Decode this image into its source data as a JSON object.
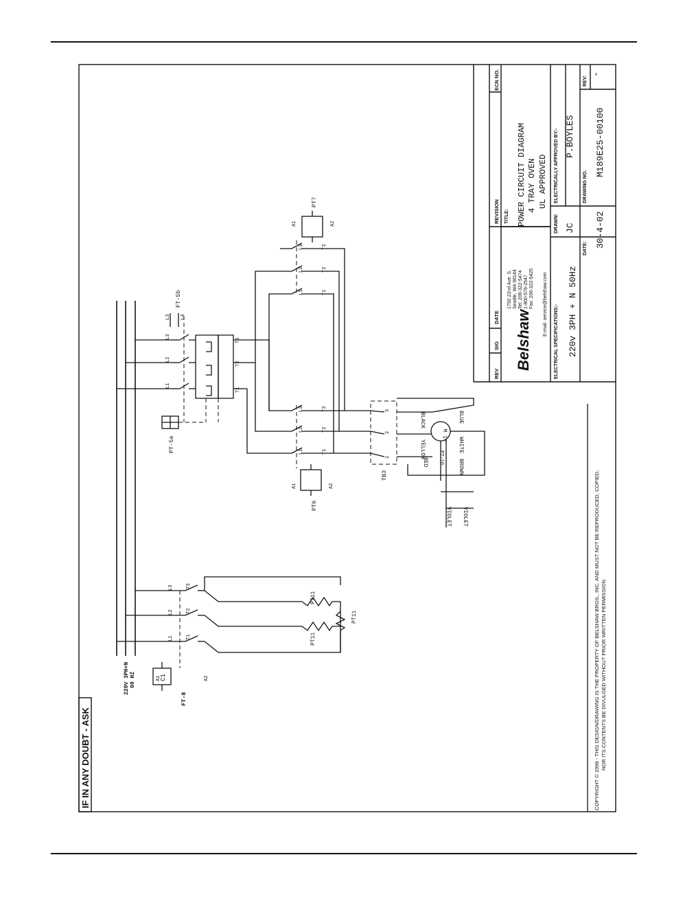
{
  "header_banner": "IF IN ANY DOUBT - ASK",
  "copyright": {
    "line1": "COPYRIGHT © 1998 - THIS DESIGN/DRAWING IS THE PROPERTY OF BELSHAW BROS., INC. AND MUST NOT BE REPRODUCED, COPIED,",
    "line2": "NOR ITS CONTENTS BE DIVULGED WITHOUT PRIOR WRITTEN PERMISSION."
  },
  "supply": {
    "line1": "220V 3PH+N",
    "line2": "60 HZ"
  },
  "components": {
    "ft8": "FT-8",
    "c1": "C1",
    "pt11a": "PT11",
    "pt11b": "PT11",
    "pt11c": "PT11",
    "pt5a": "PT-5a",
    "ft5b": "FT-5b",
    "pt6": "PT6",
    "pt7": "PT7",
    "tb3": "TB3",
    "pt10": "PT-10",
    "motor": "M 1~"
  },
  "terminals": {
    "L1": "L1",
    "L2": "L2",
    "L3": "L3",
    "L4": "L4",
    "T1": "T1",
    "T2": "T2",
    "T3": "T3",
    "A1": "A1",
    "A2": "A2",
    "n1": "1",
    "n2": "2",
    "n3": "3"
  },
  "wire_colors": {
    "black": "BLACK",
    "blue": "BLUE",
    "yellow": "YELLOW",
    "white": "WHITE",
    "red": "RED",
    "brown": "BROWN",
    "violet1": "VIOLET",
    "violet2": "VIOLET"
  },
  "title_block": {
    "rev_header": "REV",
    "sig_header": "SIG",
    "date_header": "DATE",
    "revision_header": "REVISION",
    "ecn_header": "ECN NO.",
    "logo": "Belshaw",
    "address": [
      "1750 22nd Ave. S.",
      "Seattle, WA 98144",
      "Tel: 206-322-5474",
      "1-800-578-2547",
      "Fax: 206-322-5425"
    ],
    "email": "E-mail: service@belshaw.com",
    "title_label": "TITLE:",
    "title": [
      "POWER CIRCUIT DIAGRAM",
      "4 TRAY OVEN",
      "UL APPROVED"
    ],
    "elec_spec_label": "ELECTRICAL SPECIFICATIONS:-",
    "elec_spec": "220v 3PH + N 50Hz",
    "drawn_label": "DRAWN:",
    "drawn": "JC",
    "approved_label": "ELECTRICALLY APPROVED BY:-",
    "approved": "P.BOYLES",
    "date_label": "DATE:",
    "date": "30-4-02",
    "drawing_no_label": "DRAWING NO.",
    "drawing_no": "M189E25-00100",
    "rev_label": "REV:",
    "rev": "-"
  }
}
